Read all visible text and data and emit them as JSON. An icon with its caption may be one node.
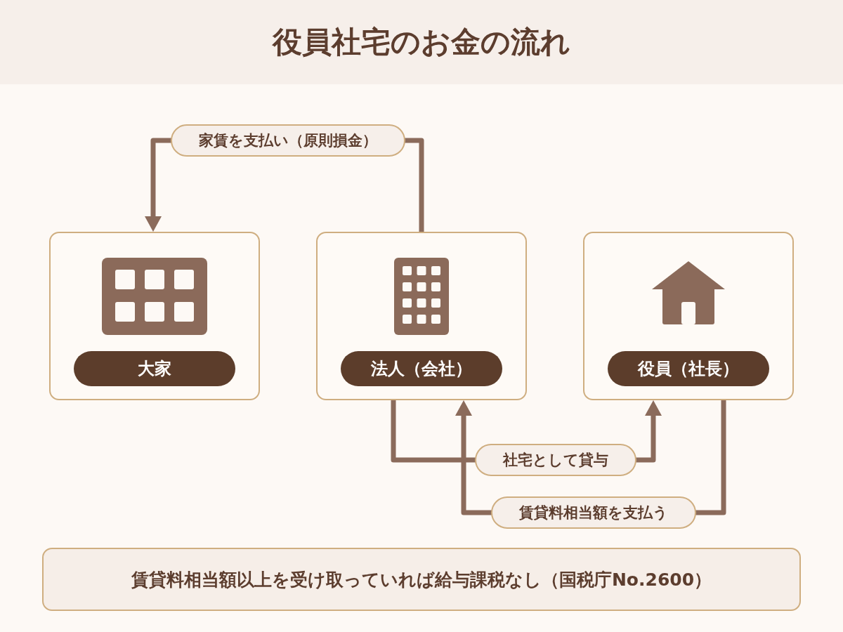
{
  "diagram": {
    "title": "役員社宅のお金の流れ",
    "nodes": [
      {
        "text": [
          "大家"
        ]
      },
      {
        "text": [
          "法人（会社）"
        ]
      },
      {
        "text": [
          "役員（社長）"
        ]
      },
      {
        "text": [
          "賃貸料相当額以上を受け取っていれば給与課税なし（国税庁No.2600）"
        ]
      }
    ],
    "edges": [
      {
        "from": 1,
        "to": 0,
        "arrow": "to",
        "label": "家賃を支払い（原則損金）"
      },
      {
        "from": 1,
        "to": 2,
        "arrow": "to",
        "label": "社宅として貸与"
      },
      {
        "from": 2,
        "to": 1,
        "arrow": "to",
        "label": "賃貸料相当額を支払う"
      }
    ]
  }
}
